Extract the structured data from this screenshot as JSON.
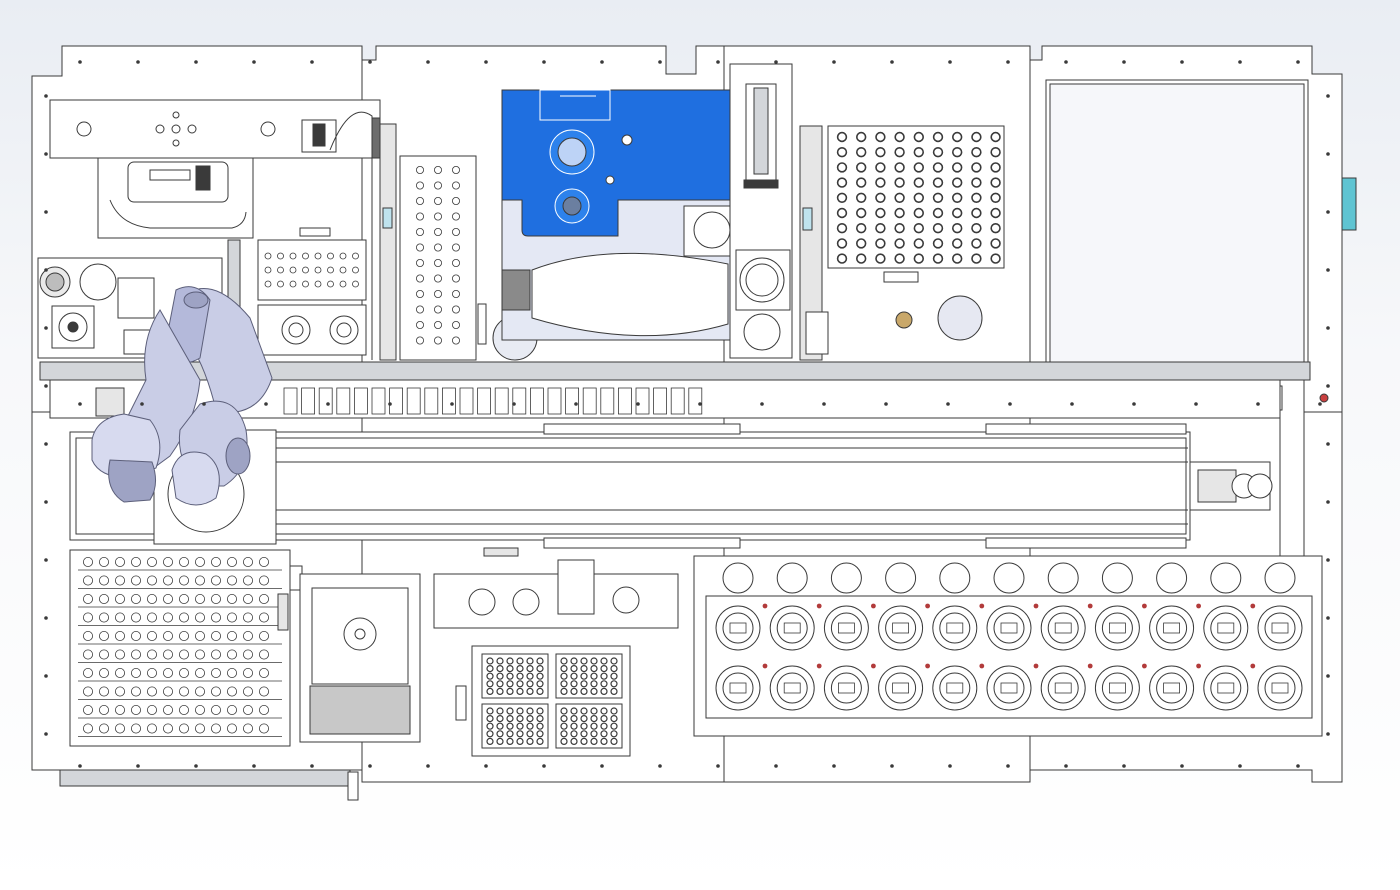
{
  "viewport": {
    "background_top": "#e9edf3",
    "background_bottom": "#ffffff"
  },
  "colors": {
    "line": "#3a3a3a",
    "panel": "#ffffff",
    "rail": "#d3d6da",
    "blue_plate": "#1f6fe0",
    "light_plate": "#e4e8f4",
    "robot": "#c9cde6",
    "robot_shade": "#9ea3c4",
    "screen": "#f6f7fa",
    "gray_block": "#c8c8c8",
    "cyan_tab": "#5fc4d2"
  },
  "layout_counts": {
    "tube_rack_rows": 10,
    "tube_rack_cols": 12,
    "hole_grid_rows": 9,
    "hole_grid_cols": 9,
    "well_plate_rows": 5,
    "well_plate_cols": 6,
    "fixture_cols": 11,
    "fixture_rows": 2,
    "carrier_links": 24,
    "vertical_rack_rows": 12
  },
  "icons": [
    "robot-arm-icon",
    "linear-rail-icon",
    "cable-carrier-icon",
    "tube-rack-icon",
    "well-plate-icon",
    "fixture-row-icon",
    "blue-station-icon",
    "screen-panel-icon",
    "motor-icon"
  ]
}
